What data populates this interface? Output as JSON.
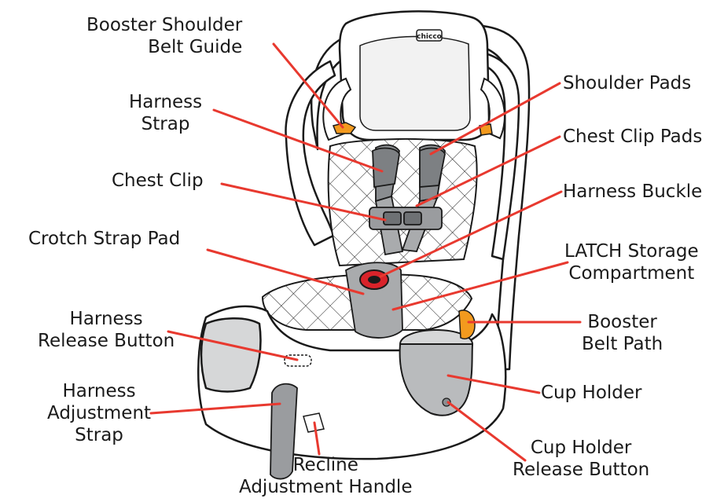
{
  "labels": {
    "booster_shoulder_belt_guide": [
      "Booster Shoulder",
      "Belt Guide"
    ],
    "harness_strap": [
      "Harness",
      "Strap"
    ],
    "chest_clip": [
      "Chest Clip"
    ],
    "crotch_strap_pad": [
      "Crotch Strap Pad"
    ],
    "harness_release_button": [
      "Harness",
      "Release Button"
    ],
    "harness_adjustment_strap": [
      "Harness",
      "Adjustment",
      "Strap"
    ],
    "recline_adjustment_handle": [
      "Recline",
      "Adjustment Handle"
    ],
    "shoulder_pads": [
      "Shoulder Pads"
    ],
    "chest_clip_pads": [
      "Chest Clip Pads"
    ],
    "harness_buckle": [
      "Harness Buckle"
    ],
    "latch_storage_compartment": [
      "LATCH Storage",
      "Compartment"
    ],
    "booster_belt_path": [
      "Booster",
      "Belt Path"
    ],
    "cup_holder": [
      "Cup Holder"
    ],
    "cup_holder_release_button": [
      "Cup Holder",
      "Release Button"
    ]
  },
  "brand_logo": "chicco",
  "colors": {
    "leader_line": "#e8392f",
    "text": "#1a1a1a",
    "outline": "#1a1a1a",
    "strap_gray": "#8a8d90",
    "pad_gray": "#a9abad",
    "accent_orange": "#f39a1e",
    "buckle_red": "#d9232a"
  }
}
